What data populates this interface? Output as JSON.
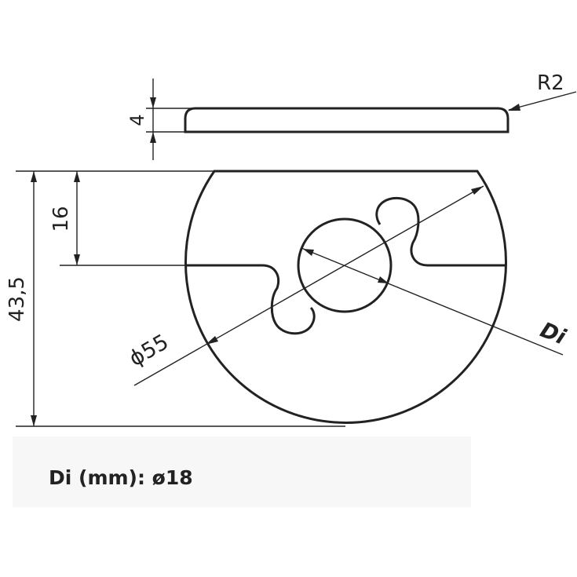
{
  "drawing": {
    "labels": {
      "thickness": "4",
      "edge_radius": "R2",
      "offset_height": "16",
      "total_height": "43,5",
      "outer_diameter": "ϕ55",
      "inner_diameter": "Di"
    }
  },
  "caption": {
    "text": "Di (mm): ø18"
  },
  "colors": {
    "line": "#222222",
    "caption_band": "#f7f7f7"
  }
}
